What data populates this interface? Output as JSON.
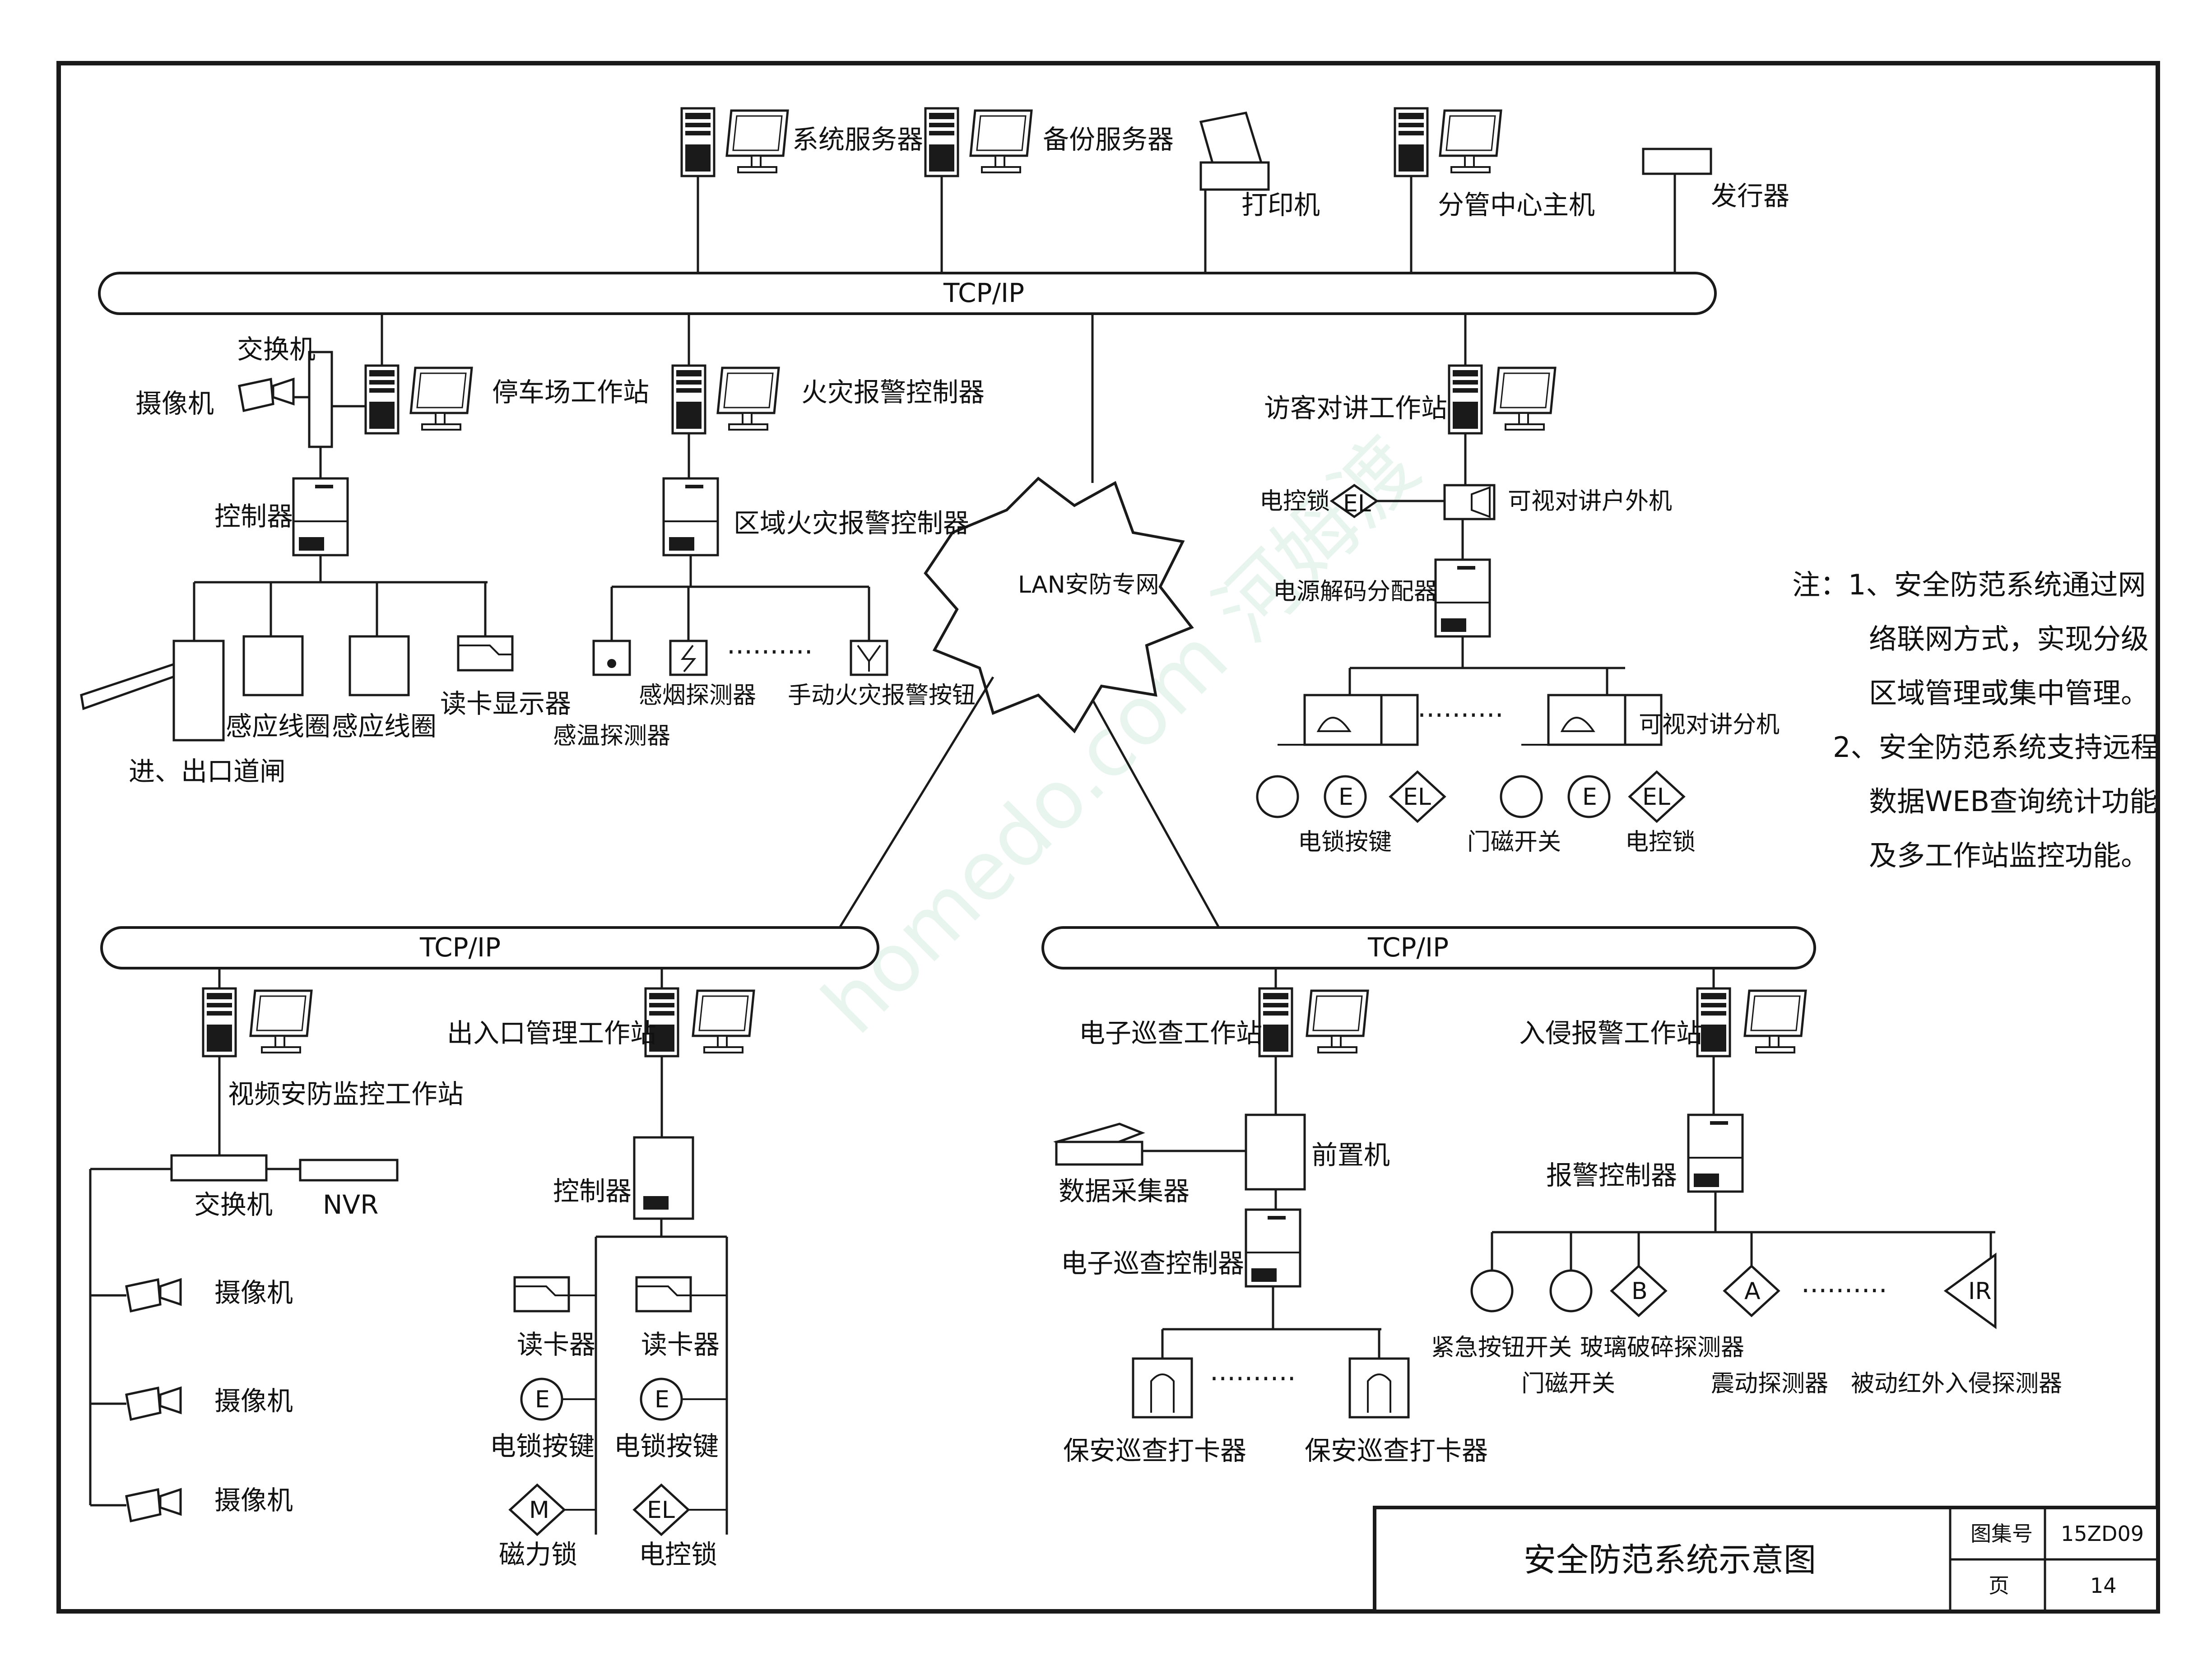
{
  "colors": {
    "ink": "#1a1a1a",
    "watermark": "#bfe3cf"
  },
  "watermark": {
    "text": "homedo.com 河姆渡"
  },
  "networks": {
    "main": "TCP/IP",
    "left": "TCP/IP",
    "right": "TCP/IP",
    "lan": "LAN安防专网"
  },
  "top": {
    "system_server": "系统服务器",
    "backup_server": "备份服务器",
    "printer": "打印机",
    "sub_center_host": "分管中心主机",
    "issuer": "发行器"
  },
  "parking": {
    "switch": "交换机",
    "camera": "摄像机",
    "workstation": "停车场工作站",
    "controller": "控制器",
    "gate": "进、出口道闸",
    "loop1": "感应线圈",
    "loop2": "感应线圈",
    "card_display": "读卡显示器"
  },
  "fire": {
    "controller": "火灾报警控制器",
    "area_controller": "区域火灾报警控制器",
    "smoke": "感烟探测器",
    "heat": "感温探测器",
    "manual": "手动火灾报警按钮"
  },
  "intercom": {
    "workstation": "访客对讲工作站",
    "elock": "电控锁",
    "outdoor": "可视对讲户外机",
    "decoder": "电源解码分配器",
    "indoor": "可视对讲分机",
    "btn": "电锁按键",
    "door_magnet": "门磁开关",
    "elock2": "电控锁",
    "el_symbol": "EL",
    "e_symbol": "E"
  },
  "notes": {
    "line1": "注：1、安全防范系统通过网",
    "line2": "络联网方式，实现分级",
    "line3": "区域管理或集中管理。",
    "line4": "2、安全防范系统支持远程",
    "line5": "数据WEB查询统计功能",
    "line6": "及多工作站监控功能。"
  },
  "video": {
    "workstation": "视频安防监控工作站",
    "switch": "交换机",
    "nvr": "NVR",
    "camera1": "摄像机",
    "camera2": "摄像机",
    "camera3": "摄像机"
  },
  "access": {
    "workstation": "出入口管理工作站",
    "controller": "控制器",
    "reader1": "读卡器",
    "reader2": "读卡器",
    "btn1": "电锁按键",
    "btn2": "电锁按键",
    "maglock": "磁力锁",
    "elock": "电控锁",
    "m_symbol": "M",
    "el_symbol": "EL",
    "e_symbol": "E"
  },
  "patrol": {
    "workstation": "电子巡查工作站",
    "collector": "数据采集器",
    "front": "前置机",
    "controller": "电子巡查控制器",
    "reader1": "保安巡查打卡器",
    "reader2": "保安巡查打卡器"
  },
  "intrusion": {
    "workstation": "入侵报警工作站",
    "controller": "报警控制器",
    "emergency": "紧急按钮开关",
    "door": "门磁开关",
    "glass": "玻璃破碎探测器",
    "vibration": "震动探测器",
    "pir": "被动红外入侵探测器",
    "b_symbol": "B",
    "a_symbol": "A",
    "ir_symbol": "IR"
  },
  "title_block": {
    "title": "安全防范系统示意图",
    "atlas_label": "图集号",
    "atlas_value": "15ZD09",
    "page_label": "页",
    "page_value": "14"
  }
}
